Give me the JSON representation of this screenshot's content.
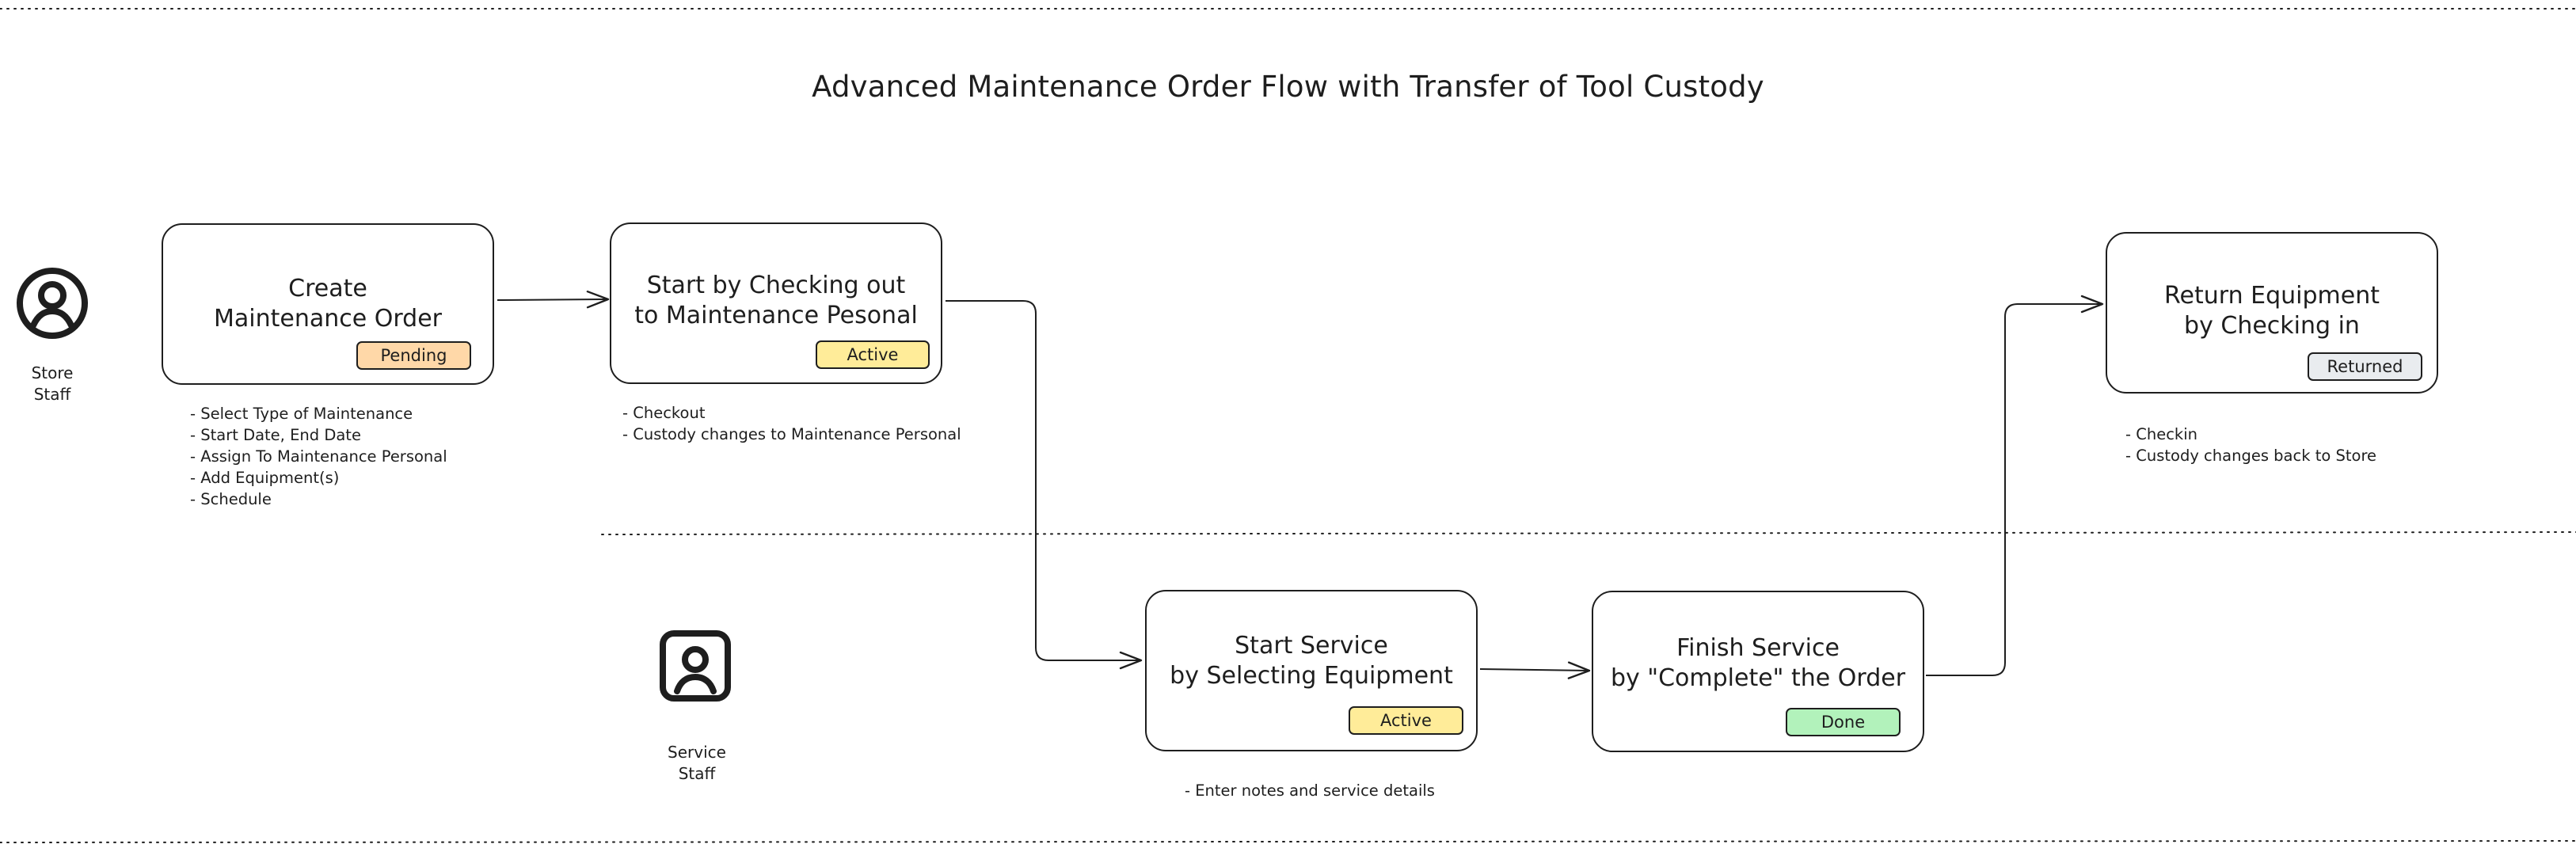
{
  "title": "Advanced Maintenance Order Flow with Transfer of Tool Custody",
  "colors": {
    "pending": "#ffd8a8",
    "active": "#ffec99",
    "done": "#b2f2bb",
    "returned": "#e9ecef",
    "stroke": "#1e1e1e"
  },
  "actors": {
    "store_staff": {
      "icon": "user-circle-icon",
      "line1": "Store",
      "line2": "Staff"
    },
    "service_staff": {
      "icon": "user-badge-icon",
      "line1": "Service",
      "line2": "Staff"
    }
  },
  "nodes": {
    "create_order": {
      "line1": "Create",
      "line2": "Maintenance Order",
      "status": "Pending",
      "notes": [
        "- Select Type of Maintenance",
        "- Start Date, End Date",
        "- Assign To Maintenance Personal",
        "- Add Equipment(s)",
        "- Schedule"
      ]
    },
    "checkout": {
      "line1": "Start by Checking out",
      "line2": "to Maintenance Pesonal",
      "status": "Active",
      "notes": [
        "- Checkout",
        "- Custody changes to Maintenance Personal"
      ]
    },
    "start_service": {
      "line1": "Start Service",
      "line2": "by Selecting Equipment",
      "status": "Active",
      "notes": [
        "- Enter notes and service details"
      ]
    },
    "finish_service": {
      "line1": "Finish Service",
      "line2": "by \"Complete\" the Order",
      "status": "Done",
      "notes": []
    },
    "return_equipment": {
      "line1": "Return Equipment",
      "line2": "by Checking in",
      "status": "Returned",
      "notes": [
        "- Checkin",
        "- Custody changes back to Store"
      ]
    }
  }
}
